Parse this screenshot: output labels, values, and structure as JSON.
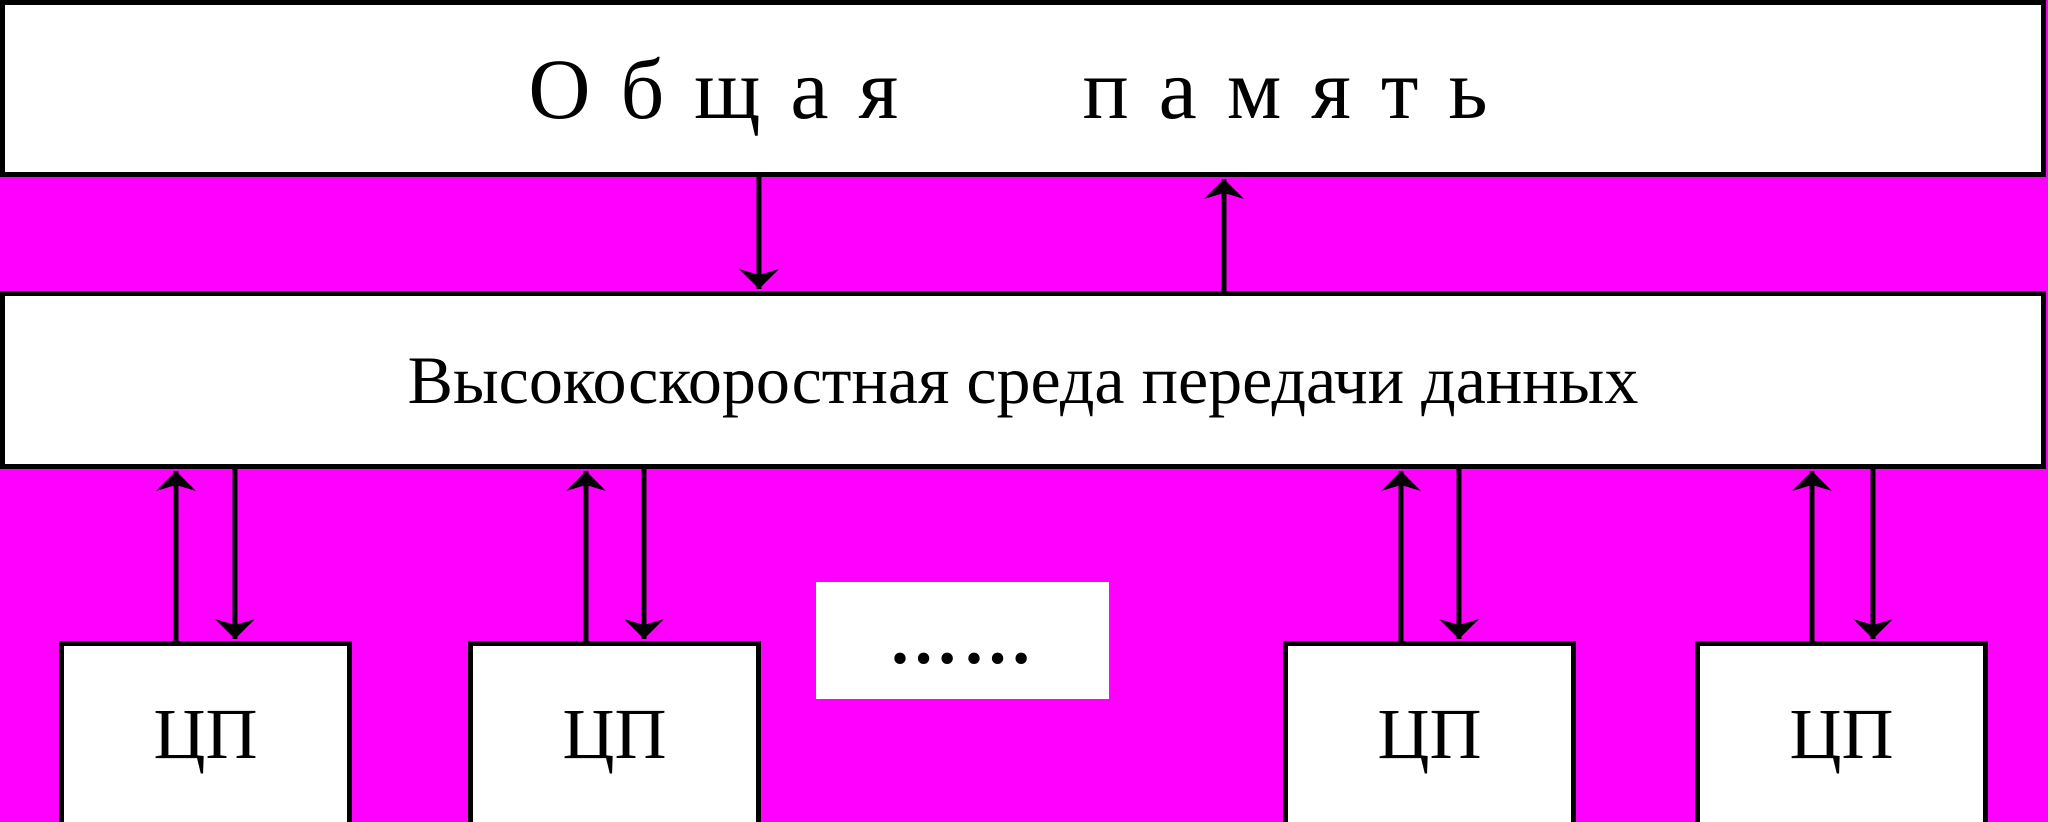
{
  "memory": {
    "label": "Общая   память"
  },
  "bus": {
    "label": "Высокоскоростная среда передачи данных"
  },
  "cpus": [
    {
      "label": "ЦП"
    },
    {
      "label": "ЦП"
    },
    {
      "label": "ЦП"
    },
    {
      "label": "ЦП"
    }
  ],
  "ellipsis": {
    "label": "……"
  },
  "colors": {
    "background": "#ff00ff",
    "box_fill": "#ffffff",
    "stroke": "#000000"
  }
}
